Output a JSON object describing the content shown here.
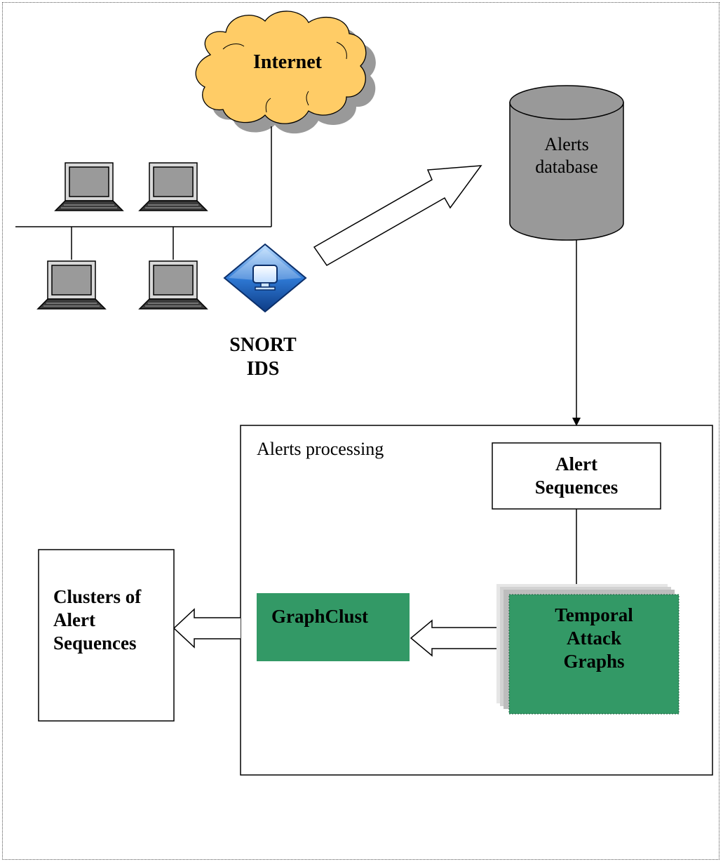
{
  "cloud": {
    "label": "Internet"
  },
  "database": {
    "label_line1": "Alerts",
    "label_line2": "database"
  },
  "ids": {
    "label_line1": "SNORT",
    "label_line2": "IDS"
  },
  "processing": {
    "title": "Alerts processing",
    "alert_sequences": {
      "line1": "Alert",
      "line2": "Sequences"
    },
    "graphclust": {
      "label": "GraphClust"
    },
    "temporal_graphs": {
      "line1": "Temporal",
      "line2": "Attack",
      "line3": "Graphs"
    }
  },
  "clusters": {
    "line1": "Clusters of",
    "line2": "Alert",
    "line3": "Sequences"
  },
  "colors": {
    "green_box": "#339966",
    "db_gray": "#999999",
    "cloud_fill": "#ffcc66",
    "cloud_shadow": "#999999",
    "ids_blue": "#1f5fb3"
  },
  "icons": [
    "cloud-icon",
    "laptop-icon",
    "ids-icon",
    "database-icon"
  ]
}
